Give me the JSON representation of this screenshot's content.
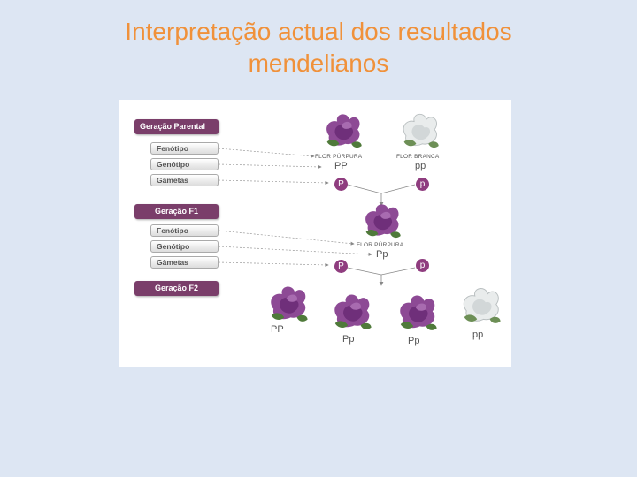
{
  "slide": {
    "title_line1": "Interpretação actual dos resultados",
    "title_line2": "mendelianos"
  },
  "diagram": {
    "parental_header": "Geração Parental",
    "f1_header": "Geração F1",
    "f2_header": "Geração F2",
    "phenotype_label": "Fenótipo",
    "genotype_label": "Genótipo",
    "gametes_label": "Gâmetas",
    "parent_purple": {
      "phenotype": "FLOR PÚRPURA",
      "genotype": "PP",
      "gamete": "P"
    },
    "parent_white": {
      "phenotype": "FLOR BRANCA",
      "genotype": "pp",
      "gamete": "p"
    },
    "f1": {
      "phenotype": "FLOR PÚRPURA",
      "genotype": "Pp",
      "gamete_dominant": "P",
      "gamete_recessive": "p"
    },
    "f2_genotypes": [
      "PP",
      "Pp",
      "Pp",
      "pp"
    ],
    "colors": {
      "purple_flower": "#8d4a95",
      "white_flower": "#e9ecec",
      "header": "#7a3e6a",
      "gamete": "#8f3d7f"
    }
  }
}
